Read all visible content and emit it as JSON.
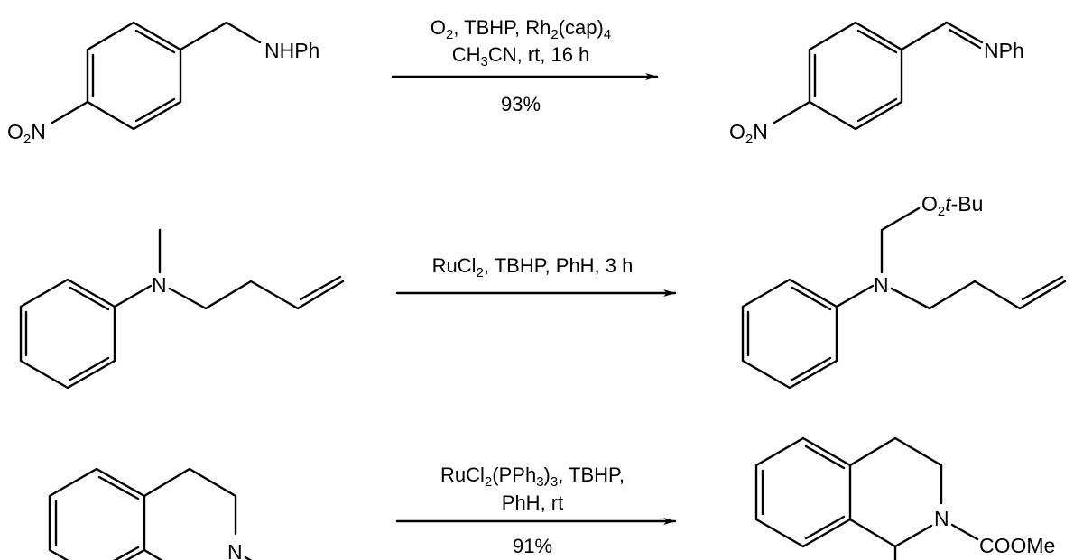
{
  "reactions": [
    {
      "reactant_labels": {
        "amine": "NHPh",
        "nitro": "O2N"
      },
      "conditions": [
        "O2, TBHP, Rh2(cap)4",
        "CH3CN, rt, 16 h"
      ],
      "yield": "93%",
      "product_labels": {
        "imine": "NPh",
        "nitro": "O2N"
      }
    },
    {
      "reactant_labels": {
        "amine": "N"
      },
      "conditions": [
        "RuCl2, TBHP, PhH, 3 h"
      ],
      "yield": "",
      "product_labels": {
        "amine": "N",
        "peroxide": "O2t-Bu"
      }
    },
    {
      "reactant_labels": {
        "amine": "N"
      },
      "conditions": [
        "RuCl2(PPh3)3, TBHP,",
        "PhH, rt"
      ],
      "yield": "91%",
      "product_labels": {
        "amine": "N",
        "ester": "COOMe"
      }
    }
  ]
}
